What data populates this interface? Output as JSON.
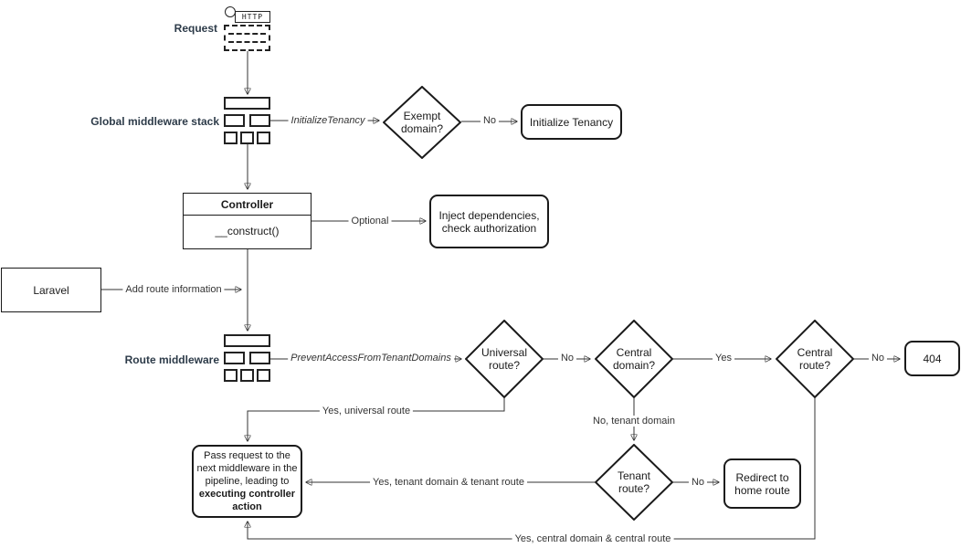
{
  "colors": {
    "stroke": "#1a1a1a",
    "line": "#333333",
    "label": "#2d3b49"
  },
  "diagram": {
    "request": {
      "label": "Request",
      "http": "HTTP"
    },
    "global_middleware": {
      "label": "Global middleware stack"
    },
    "exempt_domain": {
      "label": "Exempt domain?"
    },
    "initialize_tenancy_box": {
      "label": "Initialize Tenancy"
    },
    "controller": {
      "title": "Controller",
      "method": "__construct()"
    },
    "inject_box": {
      "label": "Inject dependencies, check authorization"
    },
    "laravel": {
      "label": "Laravel"
    },
    "route_middleware": {
      "label": "Route middleware"
    },
    "universal_route": {
      "label": "Universal route?"
    },
    "central_domain": {
      "label": "Central domain?"
    },
    "central_route": {
      "label": "Central route?"
    },
    "not_found": {
      "label": "404"
    },
    "pass_request": {
      "text": "Pass request to the next middleware in the pipeline, leading to ",
      "bold": "executing controller action"
    },
    "tenant_route": {
      "label": "Tenant route?"
    },
    "redirect_home": {
      "label": "Redirect to home route"
    }
  },
  "edges": {
    "initialize_tenancy": "InitializeTenancy",
    "no_exempt": "No",
    "optional": "Optional",
    "add_route_information": "Add route information",
    "prevent_access": "PreventAccessFromTenantDomains",
    "no_universal": "No",
    "yes_central_domain": "Yes",
    "no_central_route": "No",
    "yes_universal": "Yes, universal route",
    "no_tenant_domain": "No, tenant domain",
    "no_tenant_route": "No",
    "yes_tenant": "Yes, tenant domain & tenant route",
    "yes_central": "Yes, central domain & central route"
  }
}
